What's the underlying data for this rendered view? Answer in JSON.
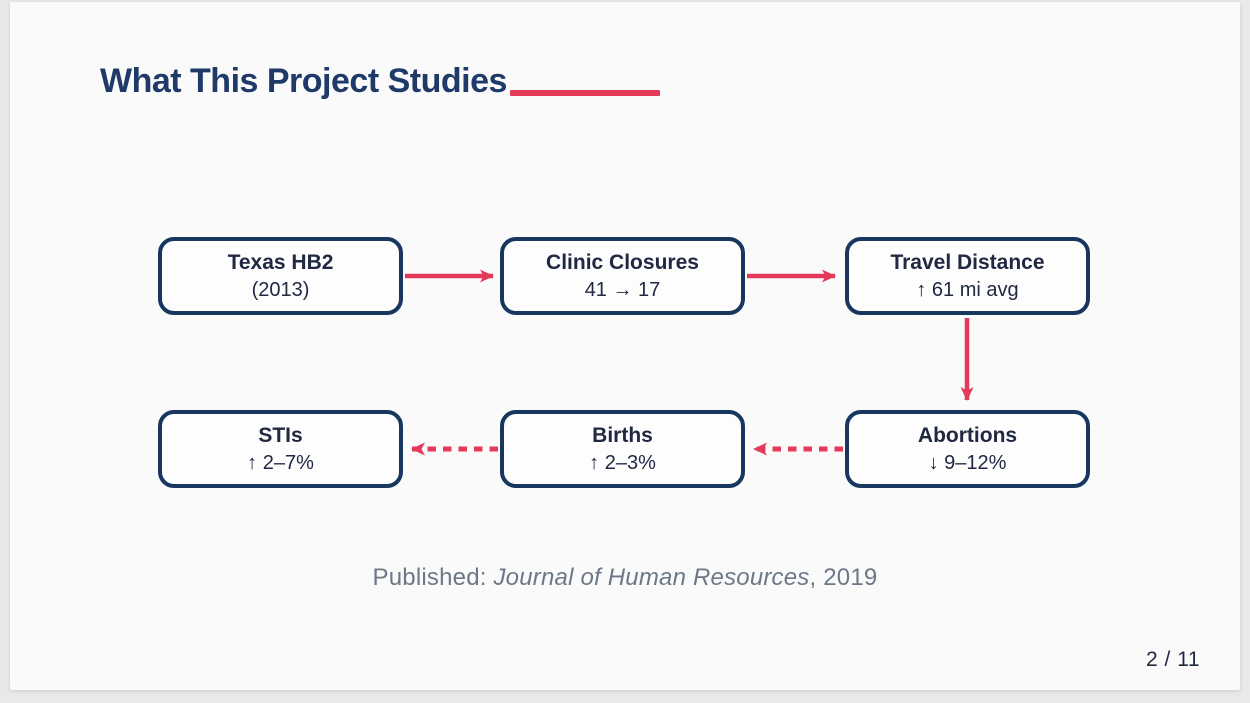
{
  "slide": {
    "title": "What This Project Studies",
    "published": {
      "prefix": "Published: ",
      "journal": "Journal of Human Resources",
      "suffix": ", 2019"
    },
    "page_indicator": "2 / 11"
  },
  "diagram": {
    "type": "flowchart",
    "nodes": [
      {
        "id": "texas-hb2",
        "title": "Texas HB2",
        "subtitle": "(2013)"
      },
      {
        "id": "clinic-closures",
        "title": "Clinic Closures",
        "subtitle": "41 → 17"
      },
      {
        "id": "travel-distance",
        "title": "Travel Distance",
        "subtitle": "↑ 61 mi avg"
      },
      {
        "id": "abortions",
        "title": "Abortions",
        "subtitle": "↓ 9–12%"
      },
      {
        "id": "births",
        "title": "Births",
        "subtitle": "↑ 2–3%"
      },
      {
        "id": "stis",
        "title": "STIs",
        "subtitle": "↑ 2–7%"
      }
    ],
    "edges": [
      {
        "from": "texas-hb2",
        "to": "clinic-closures",
        "style": "solid"
      },
      {
        "from": "clinic-closures",
        "to": "travel-distance",
        "style": "solid"
      },
      {
        "from": "travel-distance",
        "to": "abortions",
        "style": "solid"
      },
      {
        "from": "abortions",
        "to": "births",
        "style": "dashed"
      },
      {
        "from": "births",
        "to": "stis",
        "style": "dashed"
      }
    ],
    "colors": {
      "accent_red": "#e5395a",
      "title_navy": "#1f3a68",
      "node_border_navy": "#17375e",
      "node_text": "#212842",
      "published_gray": "#6c7887"
    }
  }
}
